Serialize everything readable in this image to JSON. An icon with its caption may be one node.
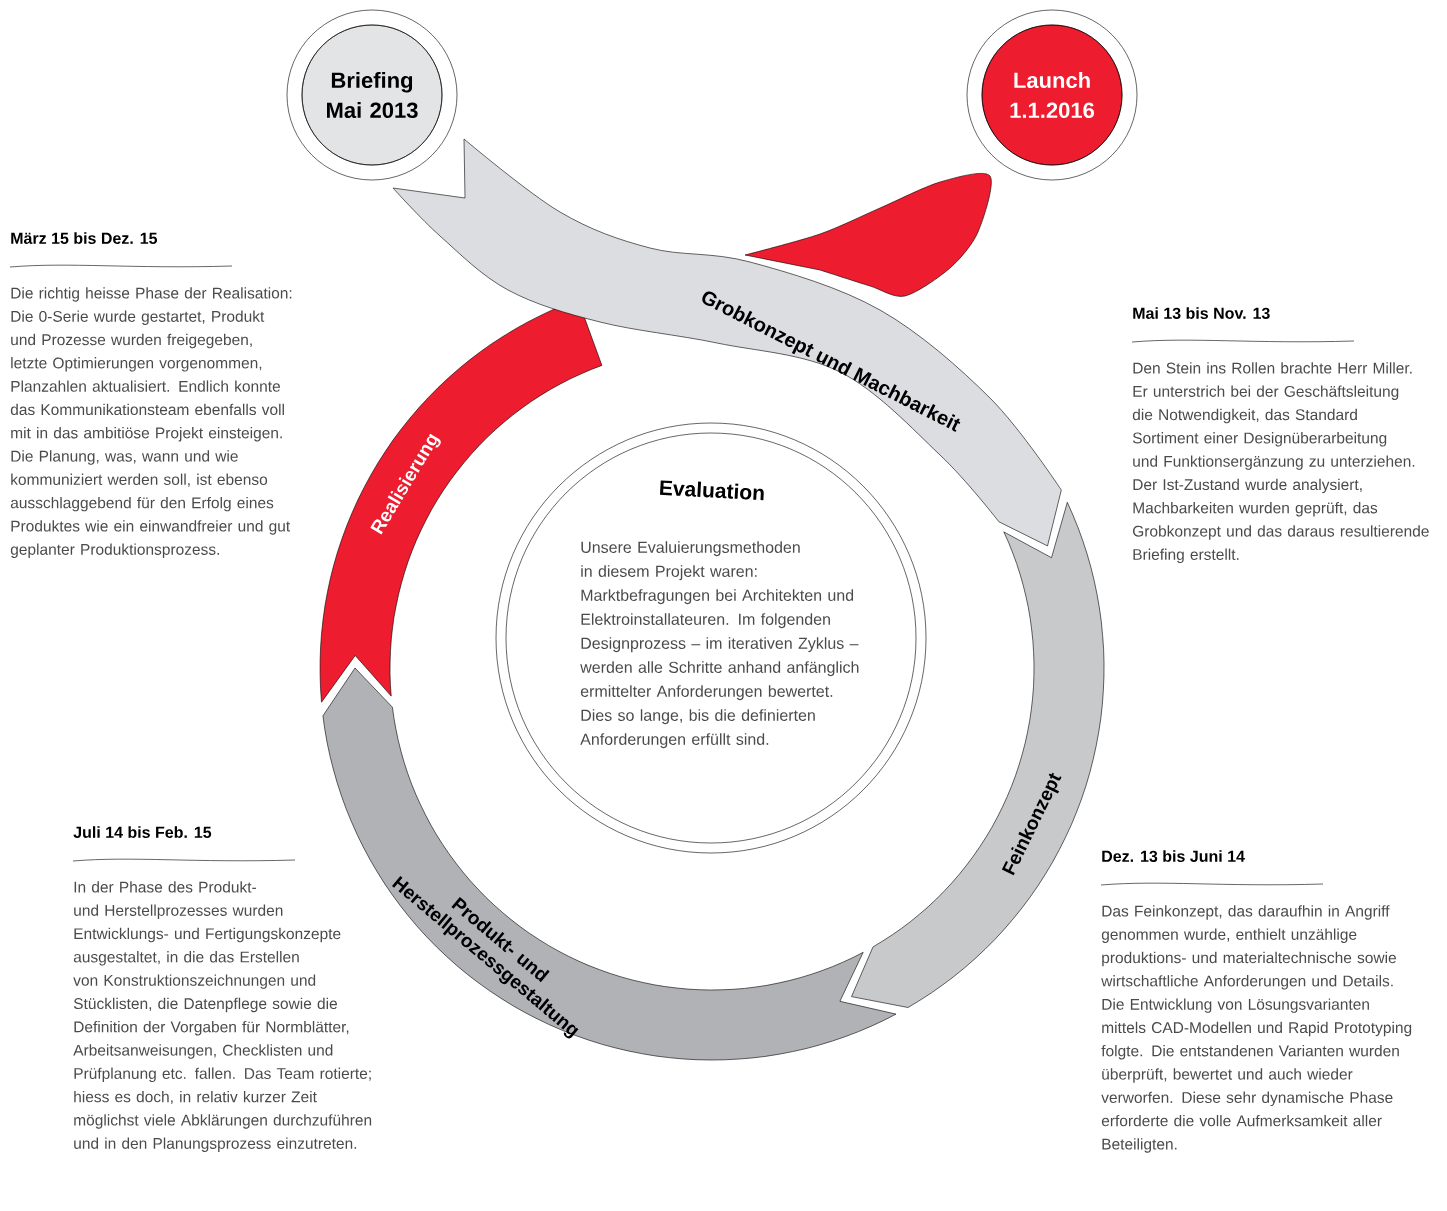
{
  "diagram": {
    "nodes": [
      {
        "text": [
          "Briefing Mai 2013"
        ]
      },
      {
        "text": [
          "Launch 1.1.2016"
        ]
      },
      {
        "text": [
          "Grobkonzept und Machbarkeit"
        ]
      },
      {
        "text": [
          "Feinkonzept"
        ]
      },
      {
        "text": [
          "Produkt- und Herstellprozessgestaltung"
        ]
      },
      {
        "text": [
          "Realisierung"
        ]
      },
      {
        "text": [
          "Evaluation",
          "Unsere Evaluierungsmethoden in diesem Projekt waren: Marktbefragungen bei Architekten und Elektroinstallateuren. Im folgenden Designprozess – im iterativen Zyklus – werden alle Schritte anhand anfänglich ermittelter Anforderungen bewertet. Dies so lange, bis die definierten Anforderungen erfüllt sind."
        ]
      }
    ],
    "labels": [
      "März 15 bis Dez. 15",
      "Die richtig heisse Phase der Realisation: Die 0-Serie wurde gestartet, Produkt und Prozesse wurden freigegeben, letzte Optimierungen vorgenommen, Planzahlen aktualisiert. Endlich konnte das Kommunikationsteam ebenfalls voll mit in das ambitiöse Projekt einsteigen. Die Planung, was, wann und wie kommuniziert werden soll, ist ebenso ausschlaggebend für den Erfolg eines Produktes wie ein einwandfreier und gut geplanter Produktionsprozess.",
      "Mai 13 bis Nov. 13",
      "Den Stein ins Rollen brachte Herr Miller. Er unterstrich bei der Geschäftsleitung die Notwendigkeit, das Standard Sortiment einer Designüberarbeitung und Funktionsergänzung zu unterziehen. Der Ist-Zustand wurde analysiert, Machbarkeiten wurden geprüft, das Grobkonzept und das daraus resultierende Briefing erstellt.",
      "Juli 14 bis Feb. 15",
      "In der Phase des Produkt- und Herstellprozesses wurden Entwicklungs- und Fertigungskonzepte ausgestaltet, in die das Erstellen von Konstruktionszeichnungen und Stücklisten, die Datenpflege sowie die Definition der Vorgaben für Normblätter, Arbeitsanweisungen, Checklisten und Prüfplanung etc. fallen. Das Team rotierte; hiess es doch, in relativ kurzer Zeit möglichst viele Abklärungen durchzuführen und in den Planungsprozess einzutreten.",
      "Dez. 13 bis Juni 14",
      "Das Feinkonzept, das daraufhin in Angriff genommen wurde, enthielt unzählige produktions- und materialtechnische sowie wirtschaftliche Anforderungen und Details. Die Entwicklung von Lösungsvarianten mittels CAD-Modellen und Rapid Prototyping folgte. Die entstandenen Varianten wurden überprüft, bewertet und auch wieder verworfen. Diese sehr dynamische Phase erforderte die volle Aufmerksamkeit aller Beteiligten."
    ]
  }
}
